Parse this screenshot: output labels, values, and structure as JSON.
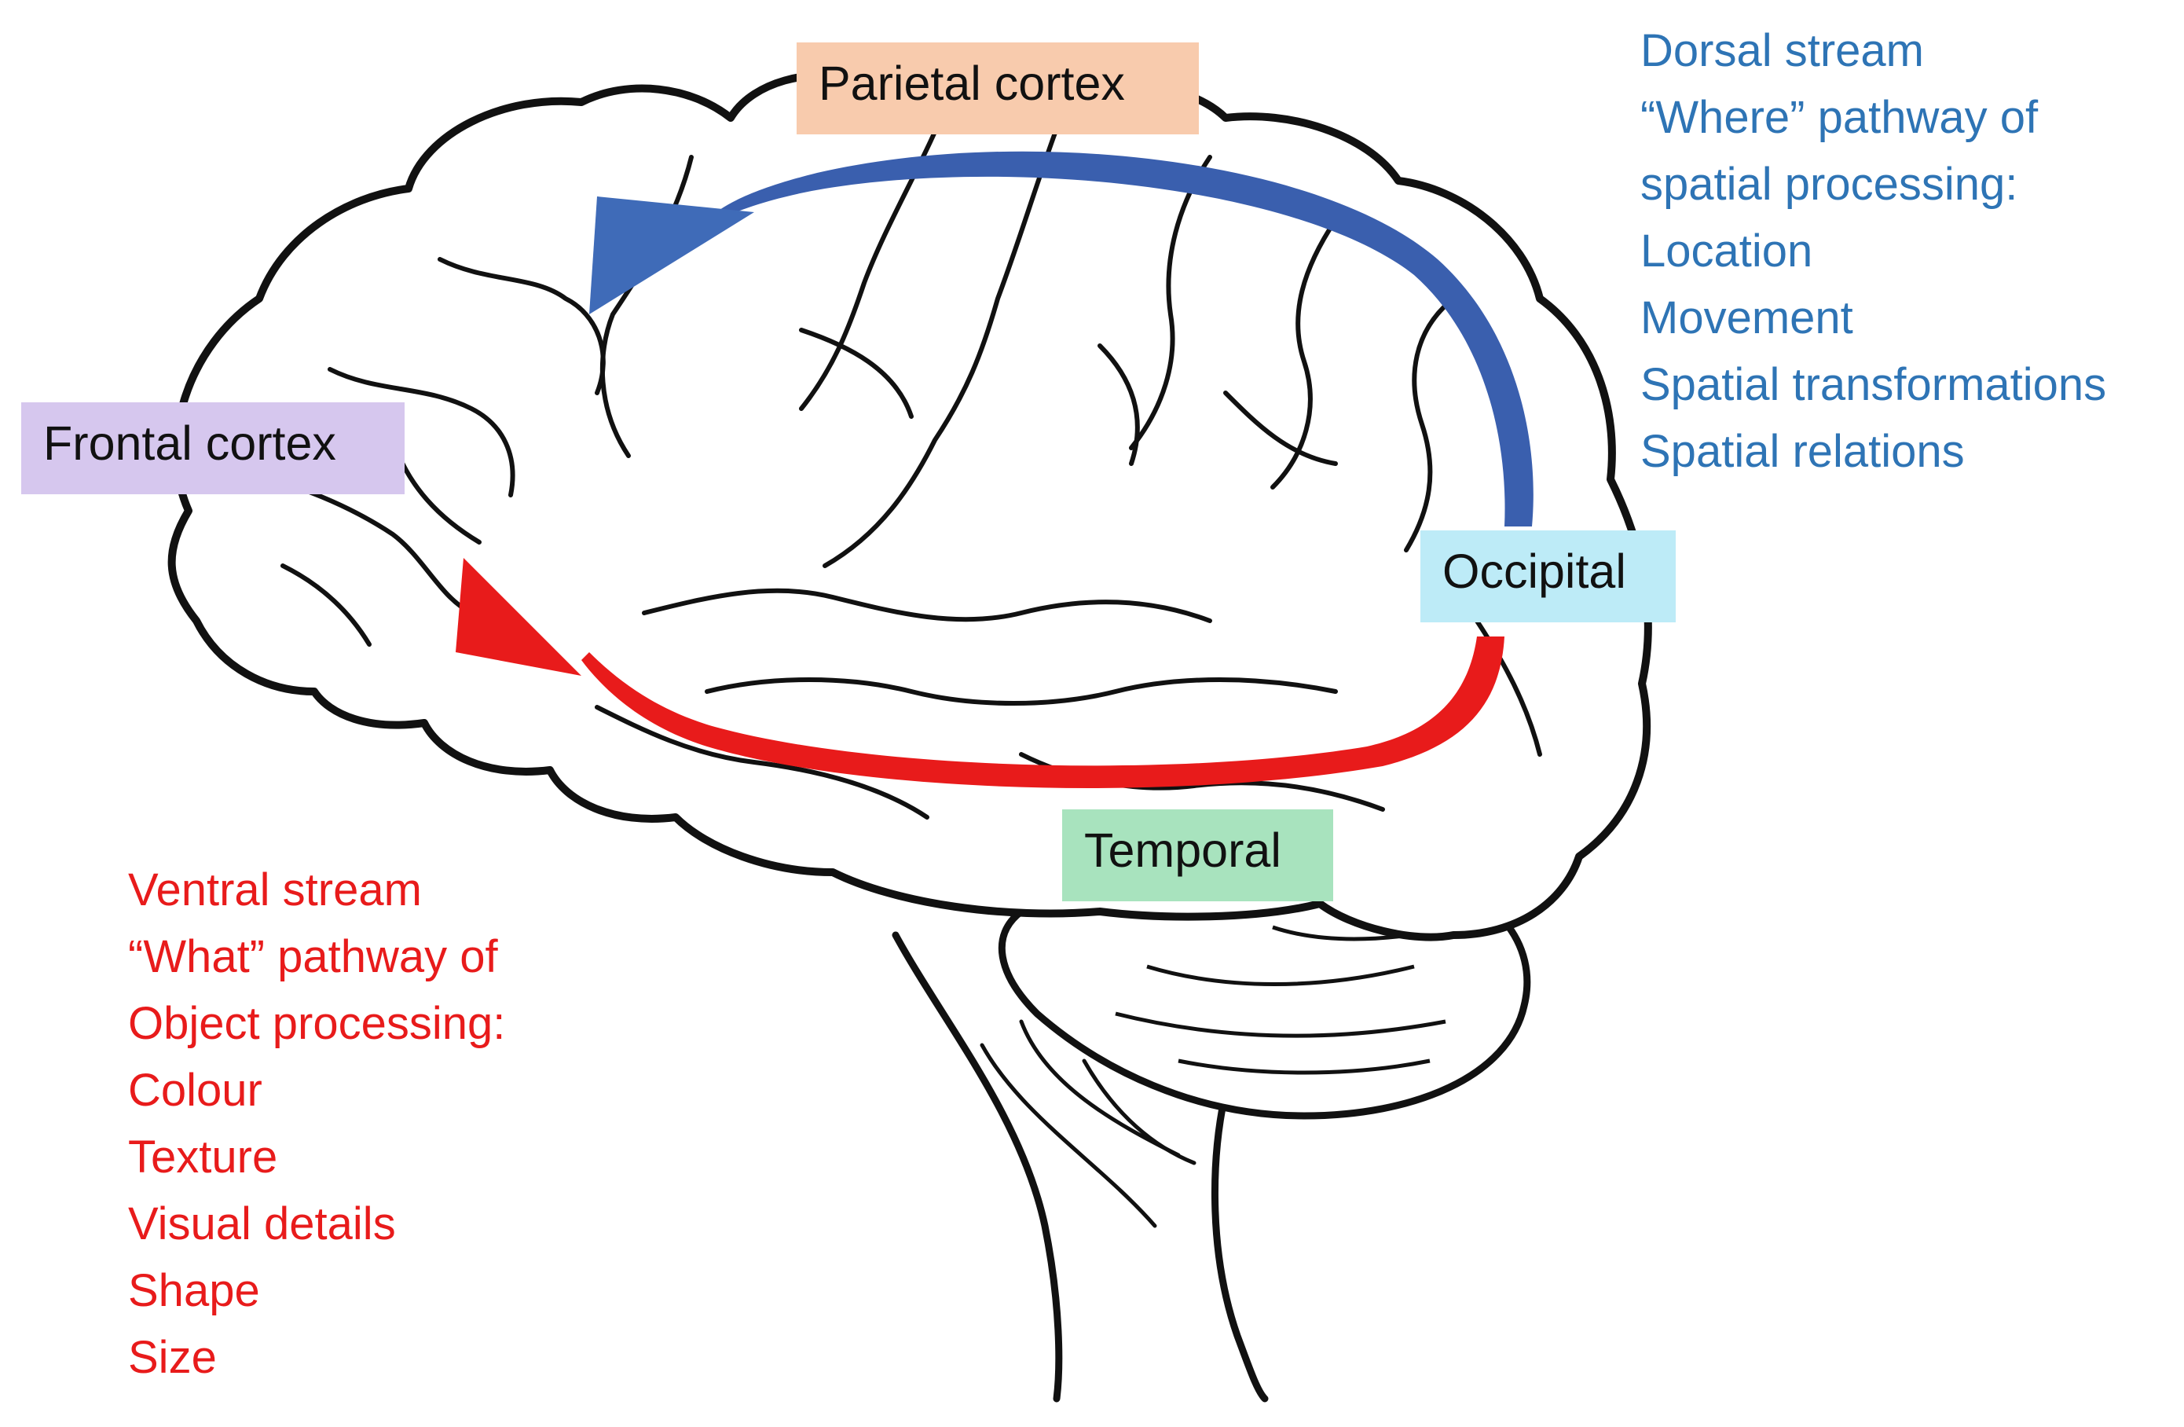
{
  "colors": {
    "dorsal": "#2E74B5",
    "dorsal_arrow": "#3A5FAE",
    "ventral": "#E81B1B",
    "parietal_bg": "#F8CBAD",
    "frontal_bg": "#D6C7EE",
    "occipital_bg": "#BDEBF7",
    "temporal_bg": "#A8E3BE",
    "outline": "#111111"
  },
  "regions": {
    "parietal": "Parietal cortex",
    "frontal": "Frontal cortex",
    "occipital": "Occipital",
    "temporal": "Temporal"
  },
  "dorsal": {
    "lines": [
      "Dorsal stream",
      "“Where” pathway of",
      "spatial processing:",
      "Location",
      "Movement",
      "Spatial transformations",
      "Spatial relations"
    ]
  },
  "ventral": {
    "lines": [
      "Ventral stream",
      "“What” pathway of",
      "Object processing:",
      "Colour",
      "Texture",
      "Visual details",
      "Shape",
      "Size"
    ]
  },
  "arrows": {
    "dorsal_icon": "blue-curved-arrow",
    "ventral_icon": "red-curved-arrow"
  }
}
